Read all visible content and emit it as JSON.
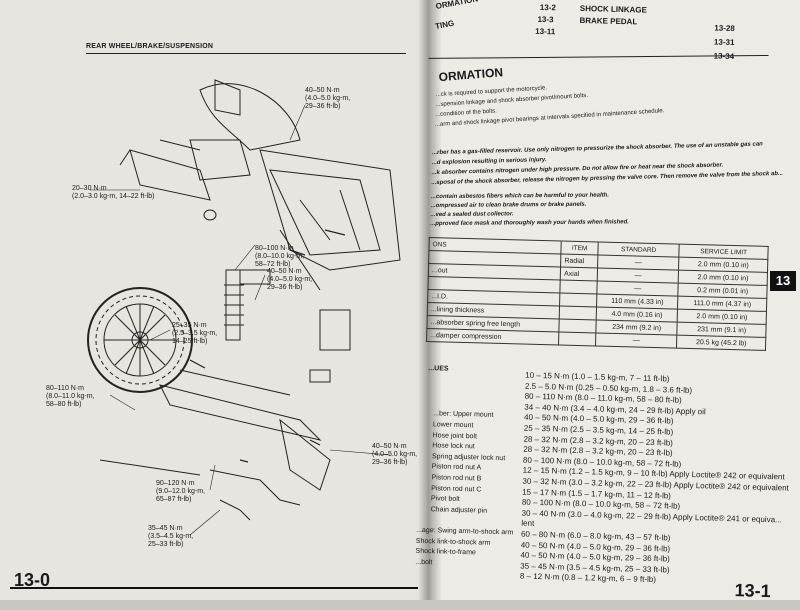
{
  "left_page": {
    "header": "REAR WHEEL/BRAKE/SUSPENSION",
    "page_number": "13-0",
    "torque_callouts": [
      {
        "id": "t1",
        "text": "40–50 N·m\n(4.0–5.0 kg-m,\n29–36 ft-lb)"
      },
      {
        "id": "t2",
        "text": "20–30 N·m\n(2.0–3.0 kg-m, 14–22 ft-lb)"
      },
      {
        "id": "t3",
        "text": "80–100 N·m\n(8.0–10.0 kg-m,\n58–72 ft-lb)"
      },
      {
        "id": "t4",
        "text": "40–50 N·m\n(4.0–5.0 kg-m,\n29–36 ft-lb)"
      },
      {
        "id": "t5",
        "text": "25–35 N·m\n(2.5–3.5 kg-m,\n14–25 ft-lb)"
      },
      {
        "id": "t6",
        "text": "80–110 N·m\n(8.0–11.0 kg-m,\n58–80 ft-lb)"
      },
      {
        "id": "t7",
        "text": "40–50 N·m\n(4.0–5.0 kg-m,\n29–36 ft-lb)"
      },
      {
        "id": "t8",
        "text": "90–120 N·m\n(9.0–12.0 kg-m,\n65–87 ft-lb)"
      },
      {
        "id": "t9",
        "text": "35–45 N·m\n(3.5–4.5 kg-m,\n25–33 ft-lb)"
      }
    ]
  },
  "right_page": {
    "page_number": "13-1",
    "tab": "13",
    "toc": [
      {
        "left": "ORMATION",
        "page": "13-2",
        "title": "SHOCK LINKAGE",
        "ref": ""
      },
      {
        "left": "TING",
        "page": "13-3",
        "title": "BRAKE PEDAL",
        "ref": "13-28"
      },
      {
        "left": "",
        "page": "13-11",
        "title": "",
        "ref": "13-31"
      },
      {
        "left": "",
        "page": "",
        "title": "",
        "ref": "13-34"
      }
    ],
    "info_title": "ORMATION",
    "info_lines": [
      "...ck is required to support the motorcycle.",
      "...spension linkage and shock absorber pivot/mount bolts.",
      "...condition of the bolts.",
      "...arm and shock linkage pivot bearings at intervals specified in maintenance schedule."
    ],
    "warn_lines": [
      "...rber has a gas-filled reservoir. Use only nitrogen to pressurize the shock absorber. The use of an unstable gas can",
      "...d explosion resulting in serious injury.",
      "...k absorber contains nitrogen under high pressure. Do not allow fire or heat near the shock absorber.",
      "...sposal of the shock absorber, release the nitrogen by pressing the valve core. Then remove the valve from the shock ab..."
    ],
    "warn2_lines": [
      "...contain asbestos fibers which can be harmful to your health.",
      "...ompressed air to clean brake drums or brake panels.",
      "...ved a sealed dust collector.",
      "...pproved face mask and thoroughly wash your hands when finished."
    ],
    "spec_table": {
      "section": "ONS",
      "headers": [
        "ITEM",
        "STANDARD",
        "SERVICE LIMIT"
      ],
      "rows": [
        [
          "",
          "Radial",
          "—",
          "2.0 mm (0.10 in)"
        ],
        [
          "...out",
          "Axial",
          "—",
          "2.0 mm (0.10 in)"
        ],
        [
          "",
          "",
          "—",
          "0.2 mm (0.01 in)"
        ],
        [
          "...I.D.",
          "",
          "110 mm (4.33 in)",
          "111.0 mm (4.37 in)"
        ],
        [
          "...lining thickness",
          "",
          "4.0 mm (0.16 in)",
          "2.0 mm (0.10 in)"
        ],
        [
          "...absorber spring free length",
          "",
          "234 mm (9.2 in)",
          "231 mm (9.1 in)"
        ],
        [
          "...damper compression",
          "",
          "—",
          "20.5 kg (45.2 lb)"
        ]
      ]
    },
    "tv_section": "...UES",
    "torque_values": [
      {
        "label": "",
        "value": "10 – 15 N·m (1.0 – 1.5 kg-m, 7 – 11 ft-lb)"
      },
      {
        "label": "",
        "value": "2.5 – 5.0 N·m (0.25 – 0.50 kg-m, 1.8 – 3.6 ft-lb)"
      },
      {
        "label": "",
        "value": "80 – 110 N·m (8.0 – 11.0 kg-m, 58 – 80 ft-lb)"
      },
      {
        "label": "",
        "value": "34 – 40 N·m (3.4 – 4.0 kg-m, 24 – 29 ft-lb) Apply oil"
      },
      {
        "label": "...ber: Upper mount",
        "value": "40 – 50 N·m (4.0 – 5.0 kg-m, 29 – 36 ft-lb)"
      },
      {
        "label": "Lower mount",
        "value": "25 – 35 N·m (2.5 – 3.5 kg-m, 14 – 25 ft-lb)"
      },
      {
        "label": "Hose joint bolt",
        "value": "28 – 32 N·m (2.8 – 3.2 kg-m, 20 – 23 ft-lb)"
      },
      {
        "label": "Hose lock nut",
        "value": "28 – 32 N·m (2.8 – 3.2 kg-m, 20 – 23 ft-lb)"
      },
      {
        "label": "Spring adjuster lock nut",
        "value": "80 – 100 N·m (8.0 – 10.0 kg-m, 58 – 72 ft-lb)"
      },
      {
        "label": "Piston rod nut A",
        "value": "12 – 15 N·m (1.2 – 1.5 kg-m, 9 – 10 ft-lb) Apply Loctite® 242 or equivalent"
      },
      {
        "label": "Piston rod nut B",
        "value": "30 – 32 N·m (3.0 – 3.2 kg-m, 22 – 23 ft-lb) Apply Loctite® 242 or equivalent"
      },
      {
        "label": "Piston rod nut C",
        "value": "15 – 17 N·m (1.5 – 1.7 kg-m, 11 – 12 ft-lb)"
      },
      {
        "label": "Pivot bolt",
        "value": "80 – 100 N·m (8.0 – 10.0 kg-m, 58 – 72 ft-lb)"
      },
      {
        "label": "Chain adjuster pin",
        "value": "30 – 40 N·m (3.0 – 4.0 kg-m, 22 – 29 ft-lb) Apply Loctite® 241 or equiva..."
      },
      {
        "label": "",
        "value": "lent"
      },
      {
        "label": "...age: Swing arm-to-shock arm",
        "value": "60 – 80 N·m (6.0 – 8.0 kg-m, 43 – 57 ft-lb)"
      },
      {
        "label": "Shock link-to-shock arm",
        "value": "40 – 50 N·m (4.0 – 5.0 kg-m, 29 – 36 ft-lb)"
      },
      {
        "label": "Shock link-to-frame",
        "value": "40 – 50 N·m (4.0 – 5.0 kg-m, 29 – 36 ft-lb)"
      },
      {
        "label": "...bolt",
        "value": "35 – 45 N·m (3.5 – 4.5 kg-m, 25 – 33 ft-lb)"
      },
      {
        "label": "",
        "value": "8 – 12 N·m (0.8 – 1.2 kg-m, 6 – 9 ft-lb)"
      }
    ]
  }
}
